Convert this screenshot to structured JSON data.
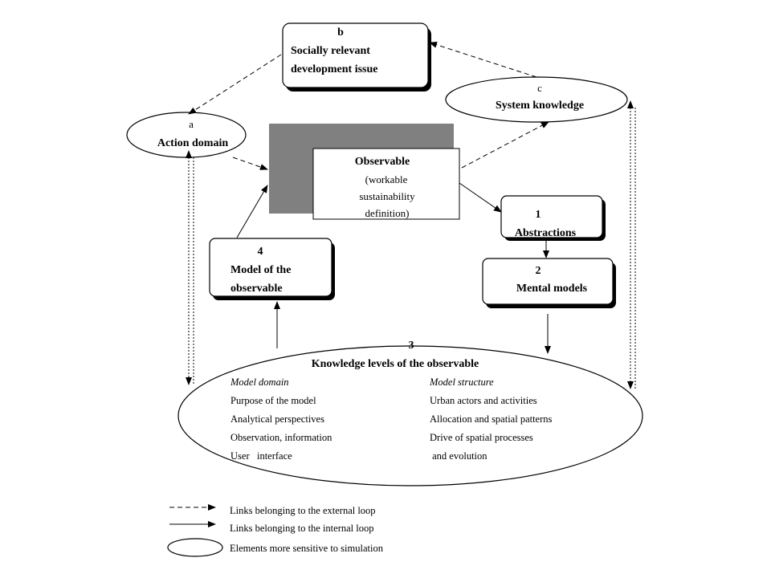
{
  "diagram": {
    "node_b": {
      "letter": "b",
      "line1": "Socially relevant",
      "line2": "development issue"
    },
    "node_c": {
      "letter": "c",
      "label": "System knowledge"
    },
    "node_a": {
      "letter": "a",
      "label": "Action domain"
    },
    "observable": {
      "title": "Observable",
      "line1": "(workable",
      "line2": "sustainability",
      "line3": "definition)"
    },
    "node_1": {
      "number": "1",
      "label": "Abstractions"
    },
    "node_2": {
      "number": "2",
      "label": "Mental models"
    },
    "node_4": {
      "number": "4",
      "line1": "Model  of the",
      "line2": "observable"
    },
    "node_3": {
      "number": "3",
      "title": "Knowledge levels of the observable",
      "left_header": "Model domain",
      "right_header": "Model structure",
      "left_items": [
        "Purpose of the model",
        "Analytical perspectives",
        "Observation, information",
        "User   interface"
      ],
      "right_items": [
        "Urban actors and activities",
        "Allocation and spatial patterns",
        "Drive of spatial processes",
        " and evolution"
      ]
    }
  },
  "legend": {
    "external": "Links belonging to the external loop",
    "internal": "Links belonging to the internal loop",
    "sensitive": "Elements more sensitive to simulation"
  },
  "colors": {
    "observable_shadow": "#808080",
    "line": "#000000",
    "fill": "#ffffff"
  }
}
